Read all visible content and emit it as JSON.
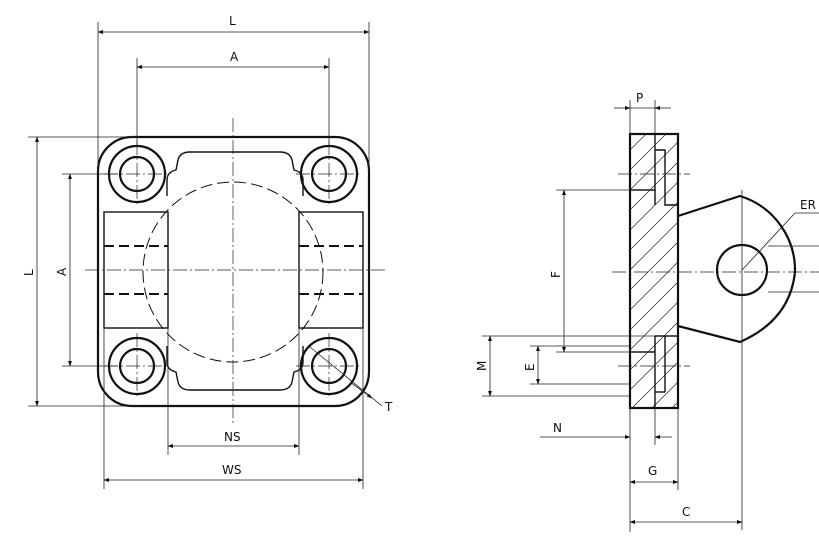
{
  "labels": {
    "L_top": "L",
    "A_top": "A",
    "L_left": "L",
    "A_left": "A",
    "NS": "NS",
    "WS": "WS",
    "T": "T",
    "P": "P",
    "F": "F",
    "M": "M",
    "E": "E",
    "N": "N",
    "G": "G",
    "C": "C",
    "ER": "ER"
  }
}
